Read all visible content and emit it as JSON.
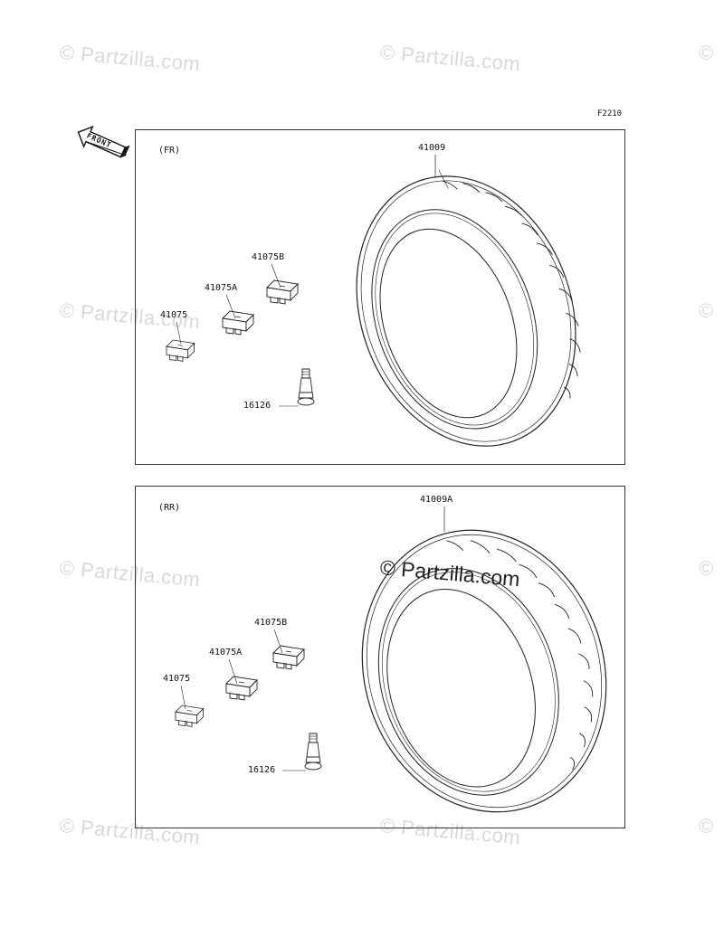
{
  "diagram_code": "F2210",
  "front_label": "FRONT",
  "watermark": "© Partzilla.com",
  "watermark_c": "©",
  "front_panel": {
    "section": "(FR)",
    "tire_part": "41009",
    "weights": [
      "41075",
      "41075A",
      "41075B"
    ],
    "valve_part": "16126"
  },
  "rear_panel": {
    "section": "(RR)",
    "tire_part": "41009A",
    "weights": [
      "41075",
      "41075A",
      "41075B"
    ],
    "valve_part": "16126"
  }
}
